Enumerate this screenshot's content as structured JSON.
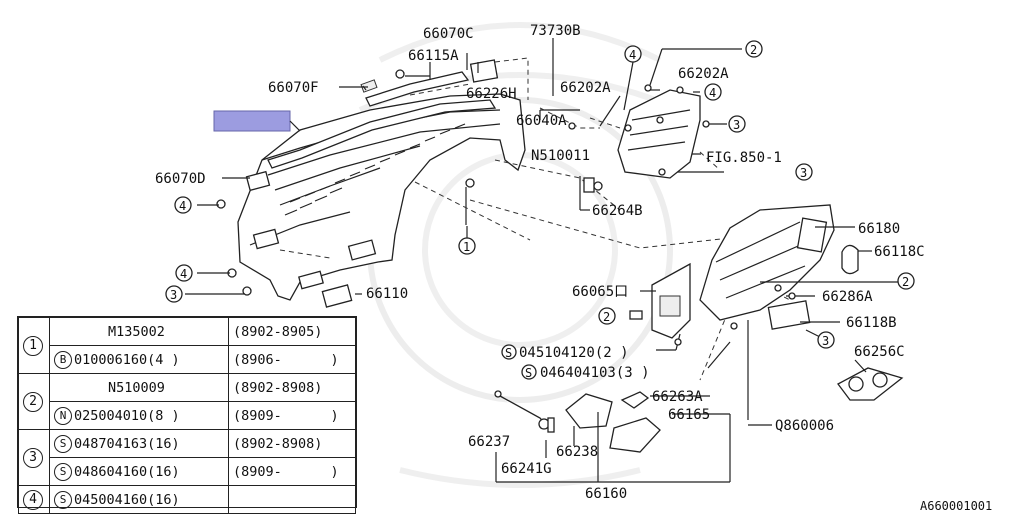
{
  "labels": {
    "p66070C": "66070C",
    "p73730B": "73730B",
    "p66115A": "66115A",
    "p66070F": "66070F",
    "p66226H": "66226H",
    "p66202A_1": "66202A",
    "p66202A_2": "66202A",
    "p66040A": "66040A",
    "pN510011": "N510011",
    "pFIG": "FIG.850-1",
    "p66070D": "66070D",
    "p66264B": "66264B",
    "p66180": "66180",
    "p66118C": "66118C",
    "p66110": "66110",
    "p66065D": "66065口",
    "p66286A": "66286A",
    "p66118B": "66118B",
    "p045104120": "045104120(2 )",
    "p046404103": "046404103(3 )",
    "p66256C": "66256C",
    "p66263A": "66263A",
    "p66165": "66165",
    "pQ860006": "Q860006",
    "p66237": "66237",
    "p66238": "66238",
    "p66241G": "66241G",
    "p66160": "66160",
    "diagram_id": "A660001001"
  },
  "callouts": {
    "c1": "1",
    "c2": "2",
    "c3": "3",
    "c4": "4",
    "s": "S"
  },
  "legend": {
    "rows": [
      {
        "key": "1",
        "prefix": "",
        "part": "M135002",
        "range": "(8902-8905)"
      },
      {
        "key": "",
        "prefix": "B",
        "part": "010006160(4 )",
        "range": "(8906-      )"
      },
      {
        "key": "2",
        "prefix": "",
        "part": "N510009",
        "range": "(8902-8908)"
      },
      {
        "key": "",
        "prefix": "N",
        "part": "025004010(8 )",
        "range": "(8909-      )"
      },
      {
        "key": "3",
        "prefix": "S",
        "part": "048704163(16)",
        "range": "(8902-8908)"
      },
      {
        "key": "",
        "prefix": "S",
        "part": "048604160(16)",
        "range": "(8909-      )"
      },
      {
        "key": "4",
        "prefix": "S",
        "part": "045004160(16)",
        "range": ""
      }
    ]
  },
  "colors": {
    "highlight": "#9c9ce0",
    "line": "#222222",
    "watermark": "#d8d8d8"
  }
}
